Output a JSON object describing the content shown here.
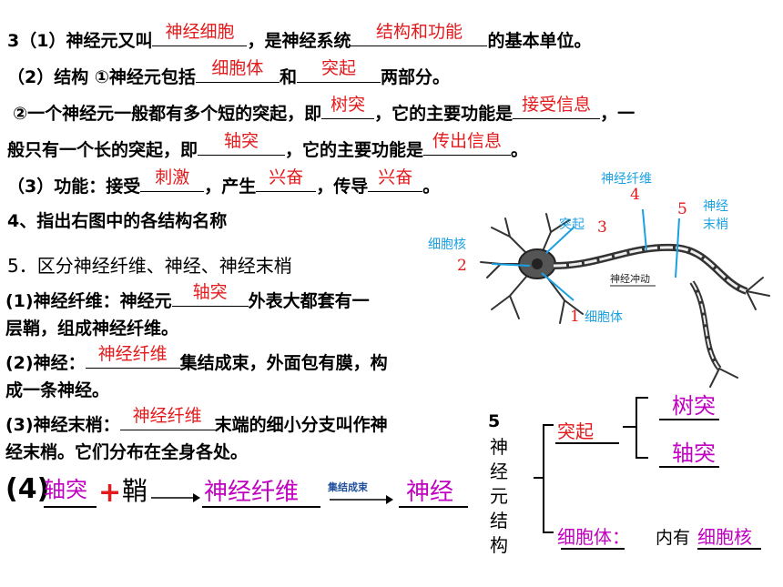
{
  "q3": {
    "l1_pre": "3（1）神经元又叫",
    "l1_a1": "神经细胞",
    "l1_mid": "，是神经系统",
    "l1_a2": "结构和功能",
    "l1_post": "的基本单位。",
    "l2_pre": "（2）结构 ①神经元包括",
    "l2_a1": "细胞体",
    "l2_mid": "和",
    "l2_a2": "突起",
    "l2_post": "两部分。",
    "l3_pre": "②一个神经元一般都有多个短的突起，即",
    "l3_a1": "树突",
    "l3_mid": "，它的主要功能是",
    "l3_a2": "接受信息",
    "l3_post": "，一",
    "l4_pre": "般只有一个长的突起，即",
    "l4_a1": "轴突",
    "l4_mid": "，它的主要功能是",
    "l4_a2": "传出信息",
    "l4_post": "。",
    "l5_pre": "（3）功能：接受",
    "l5_a1": "刺激",
    "l5_mid1": "，产生",
    "l5_a2": "兴奋",
    "l5_mid2": "，传导",
    "l5_a3": "兴奋",
    "l5_post": "。"
  },
  "q4": {
    "text": "4、指出右图中的各结构名称"
  },
  "q5": {
    "title": "5．区分神经纤维、神经、神经末梢",
    "p1_pre": "(1)神经纤维：神经元",
    "p1_a": "轴突",
    "p1_post": "外表大都套有一",
    "p1_line2": "层鞘，组成神经纤维。",
    "p2_pre": "(2)神经：",
    "p2_a": "神经纤维",
    "p2_post": "集结成束，外面包有膜，构",
    "p2_line2": "成一条神经。",
    "p3_pre": "(3)神经末梢：",
    "p3_a": "神经纤维",
    "p3_post": "末端的细小分支叫作神",
    "p3_line2": "经末梢。它们分布在全身各处。"
  },
  "flow": {
    "label": "(4)",
    "a1": "轴突",
    "plus": "+",
    "sheath": "鞘",
    "a2": "神经纤维",
    "arrow_label": "集结成束",
    "a3": "神经"
  },
  "diagram": {
    "label_fiber": "神经纤维",
    "num_4": "4",
    "num_5": "5",
    "label_ending_1": "神经",
    "label_ending_2": "末梢",
    "label_process": "突起",
    "num_3": "3",
    "label_nucleus": "细胞核",
    "num_2": "2",
    "num_1": "1",
    "label_body": "细胞体",
    "impulse": "神经冲动"
  },
  "tree": {
    "num": "5",
    "vertical": [
      "神",
      "经",
      "元",
      "结",
      "构"
    ],
    "process": "突起",
    "dendrite": "树突",
    "axon": "轴突",
    "body": "细胞体：",
    "has": "内有",
    "nucleus": "细胞核"
  }
}
